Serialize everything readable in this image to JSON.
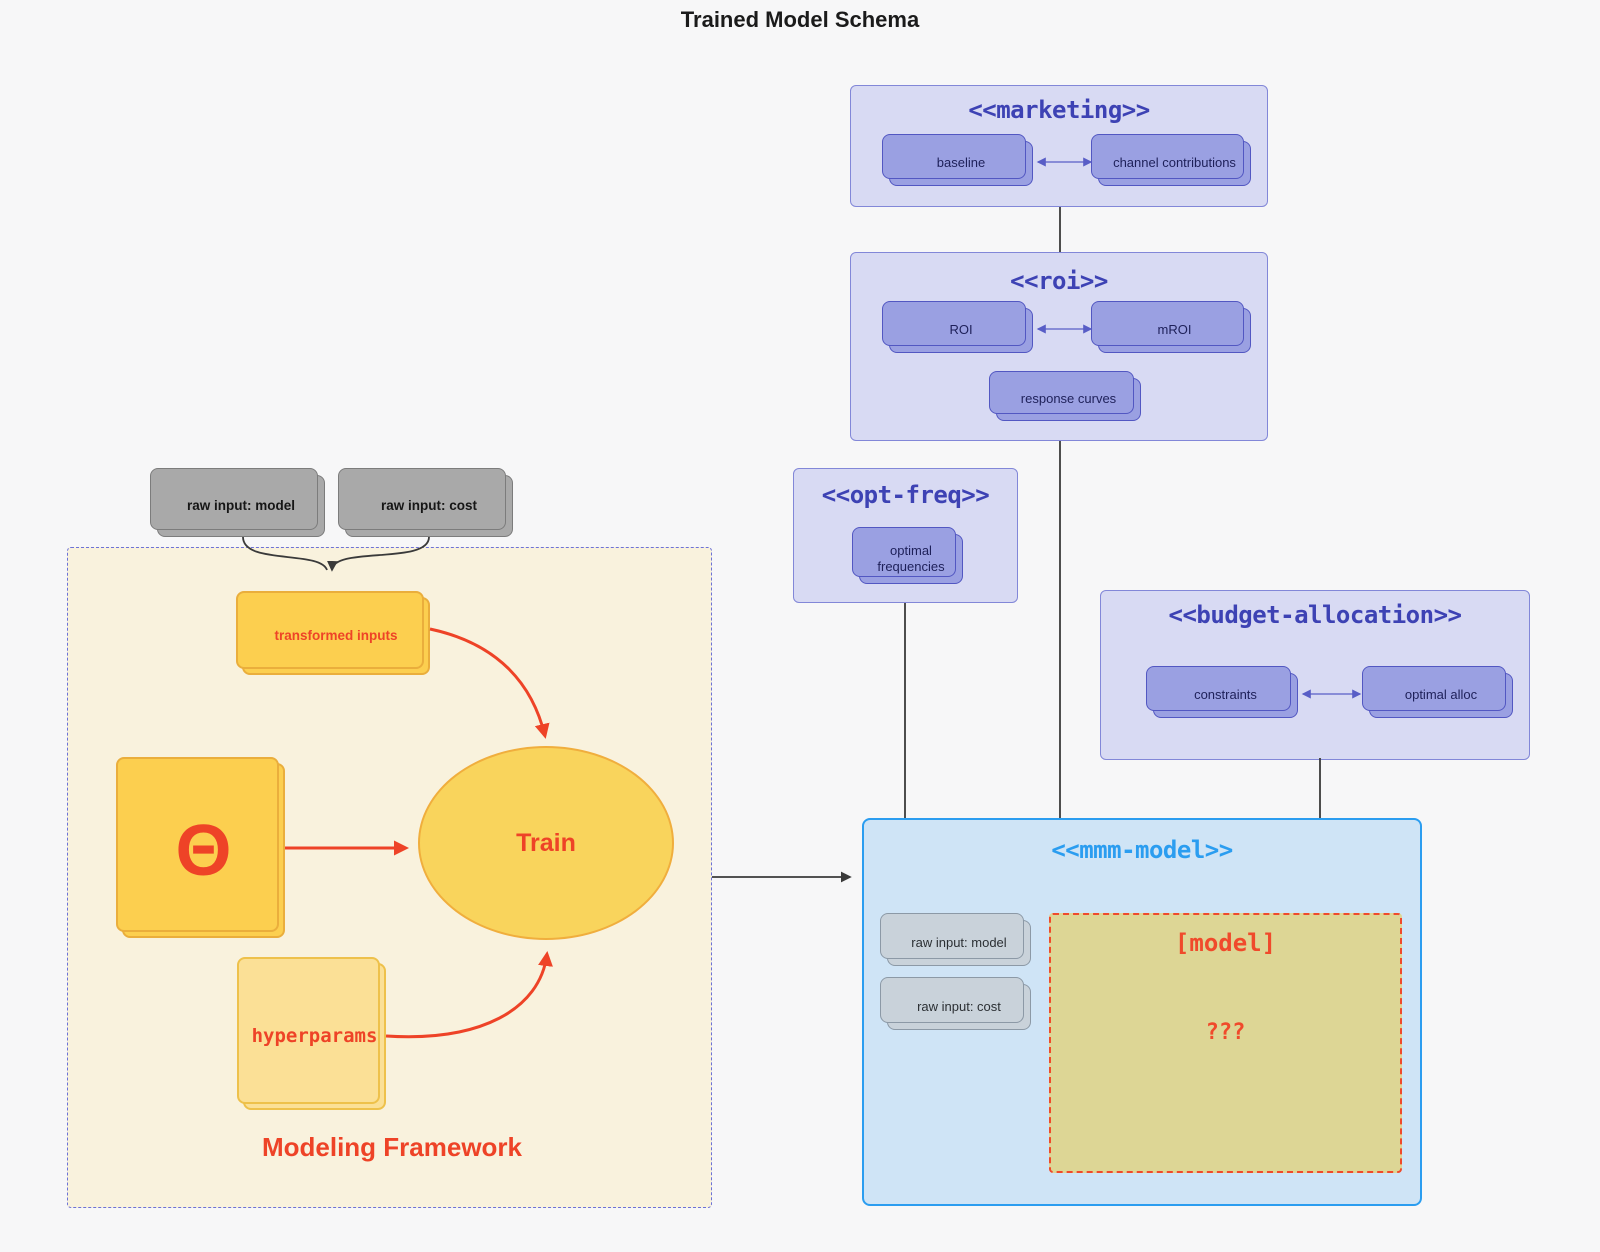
{
  "title": "Trained Model Schema",
  "colors": {
    "background": "#f7f7f8",
    "purple_container_fill": "#d8daf3",
    "purple_container_border": "#8287d8",
    "purple_node_fill": "#9aa0e2",
    "purple_node_border": "#5257c2",
    "purple_title_text": "#3d42b4",
    "blue_container_fill": "#cfe4f6",
    "blue_accent": "#2b9df0",
    "gray_node_fill": "#a9a9a9",
    "gray_blue_node_fill": "#c9d2da",
    "framework_fill": "#f9f2dd",
    "framework_border": "#6c72d8",
    "yellow_node_fill": "#fccf4f",
    "yellow_node_border": "#eaae3c",
    "yellow_light_fill": "#fbe096",
    "ellipse_fill": "#f9d45c",
    "khaki_fill": "#ded78f",
    "red_accent": "#ee4327",
    "dark_line": "#3a3a3a"
  },
  "external_inputs": {
    "model": {
      "label": "raw input: model"
    },
    "cost": {
      "label": "raw input: cost"
    }
  },
  "framework": {
    "label": "Modeling Framework",
    "transformed_inputs": {
      "label": "transformed inputs"
    },
    "theta": {
      "label": "Θ"
    },
    "train": {
      "label": "Train"
    },
    "hyperparams": {
      "label": "hyperparams"
    }
  },
  "sections": {
    "marketing": {
      "title": "<<marketing>>",
      "nodes": [
        {
          "label": "baseline"
        },
        {
          "label": "channel contributions"
        }
      ]
    },
    "roi": {
      "title": "<<roi>>",
      "nodes": [
        {
          "label": "ROI"
        },
        {
          "label": "mROI"
        },
        {
          "label": "response curves"
        }
      ]
    },
    "opt_freq": {
      "title": "<<opt-freq>>",
      "nodes": [
        {
          "label": "optimal frequencies"
        }
      ]
    },
    "budget_allocation": {
      "title": "<<budget-allocation>>",
      "nodes": [
        {
          "label": "constraints"
        },
        {
          "label": "optimal alloc"
        }
      ]
    },
    "mmm_model": {
      "title": "<<mmm-model>>",
      "nodes": [
        {
          "label": "raw input: model"
        },
        {
          "label": "raw input: cost"
        }
      ],
      "model_box": {
        "title": "[model]",
        "body": "???"
      }
    }
  }
}
